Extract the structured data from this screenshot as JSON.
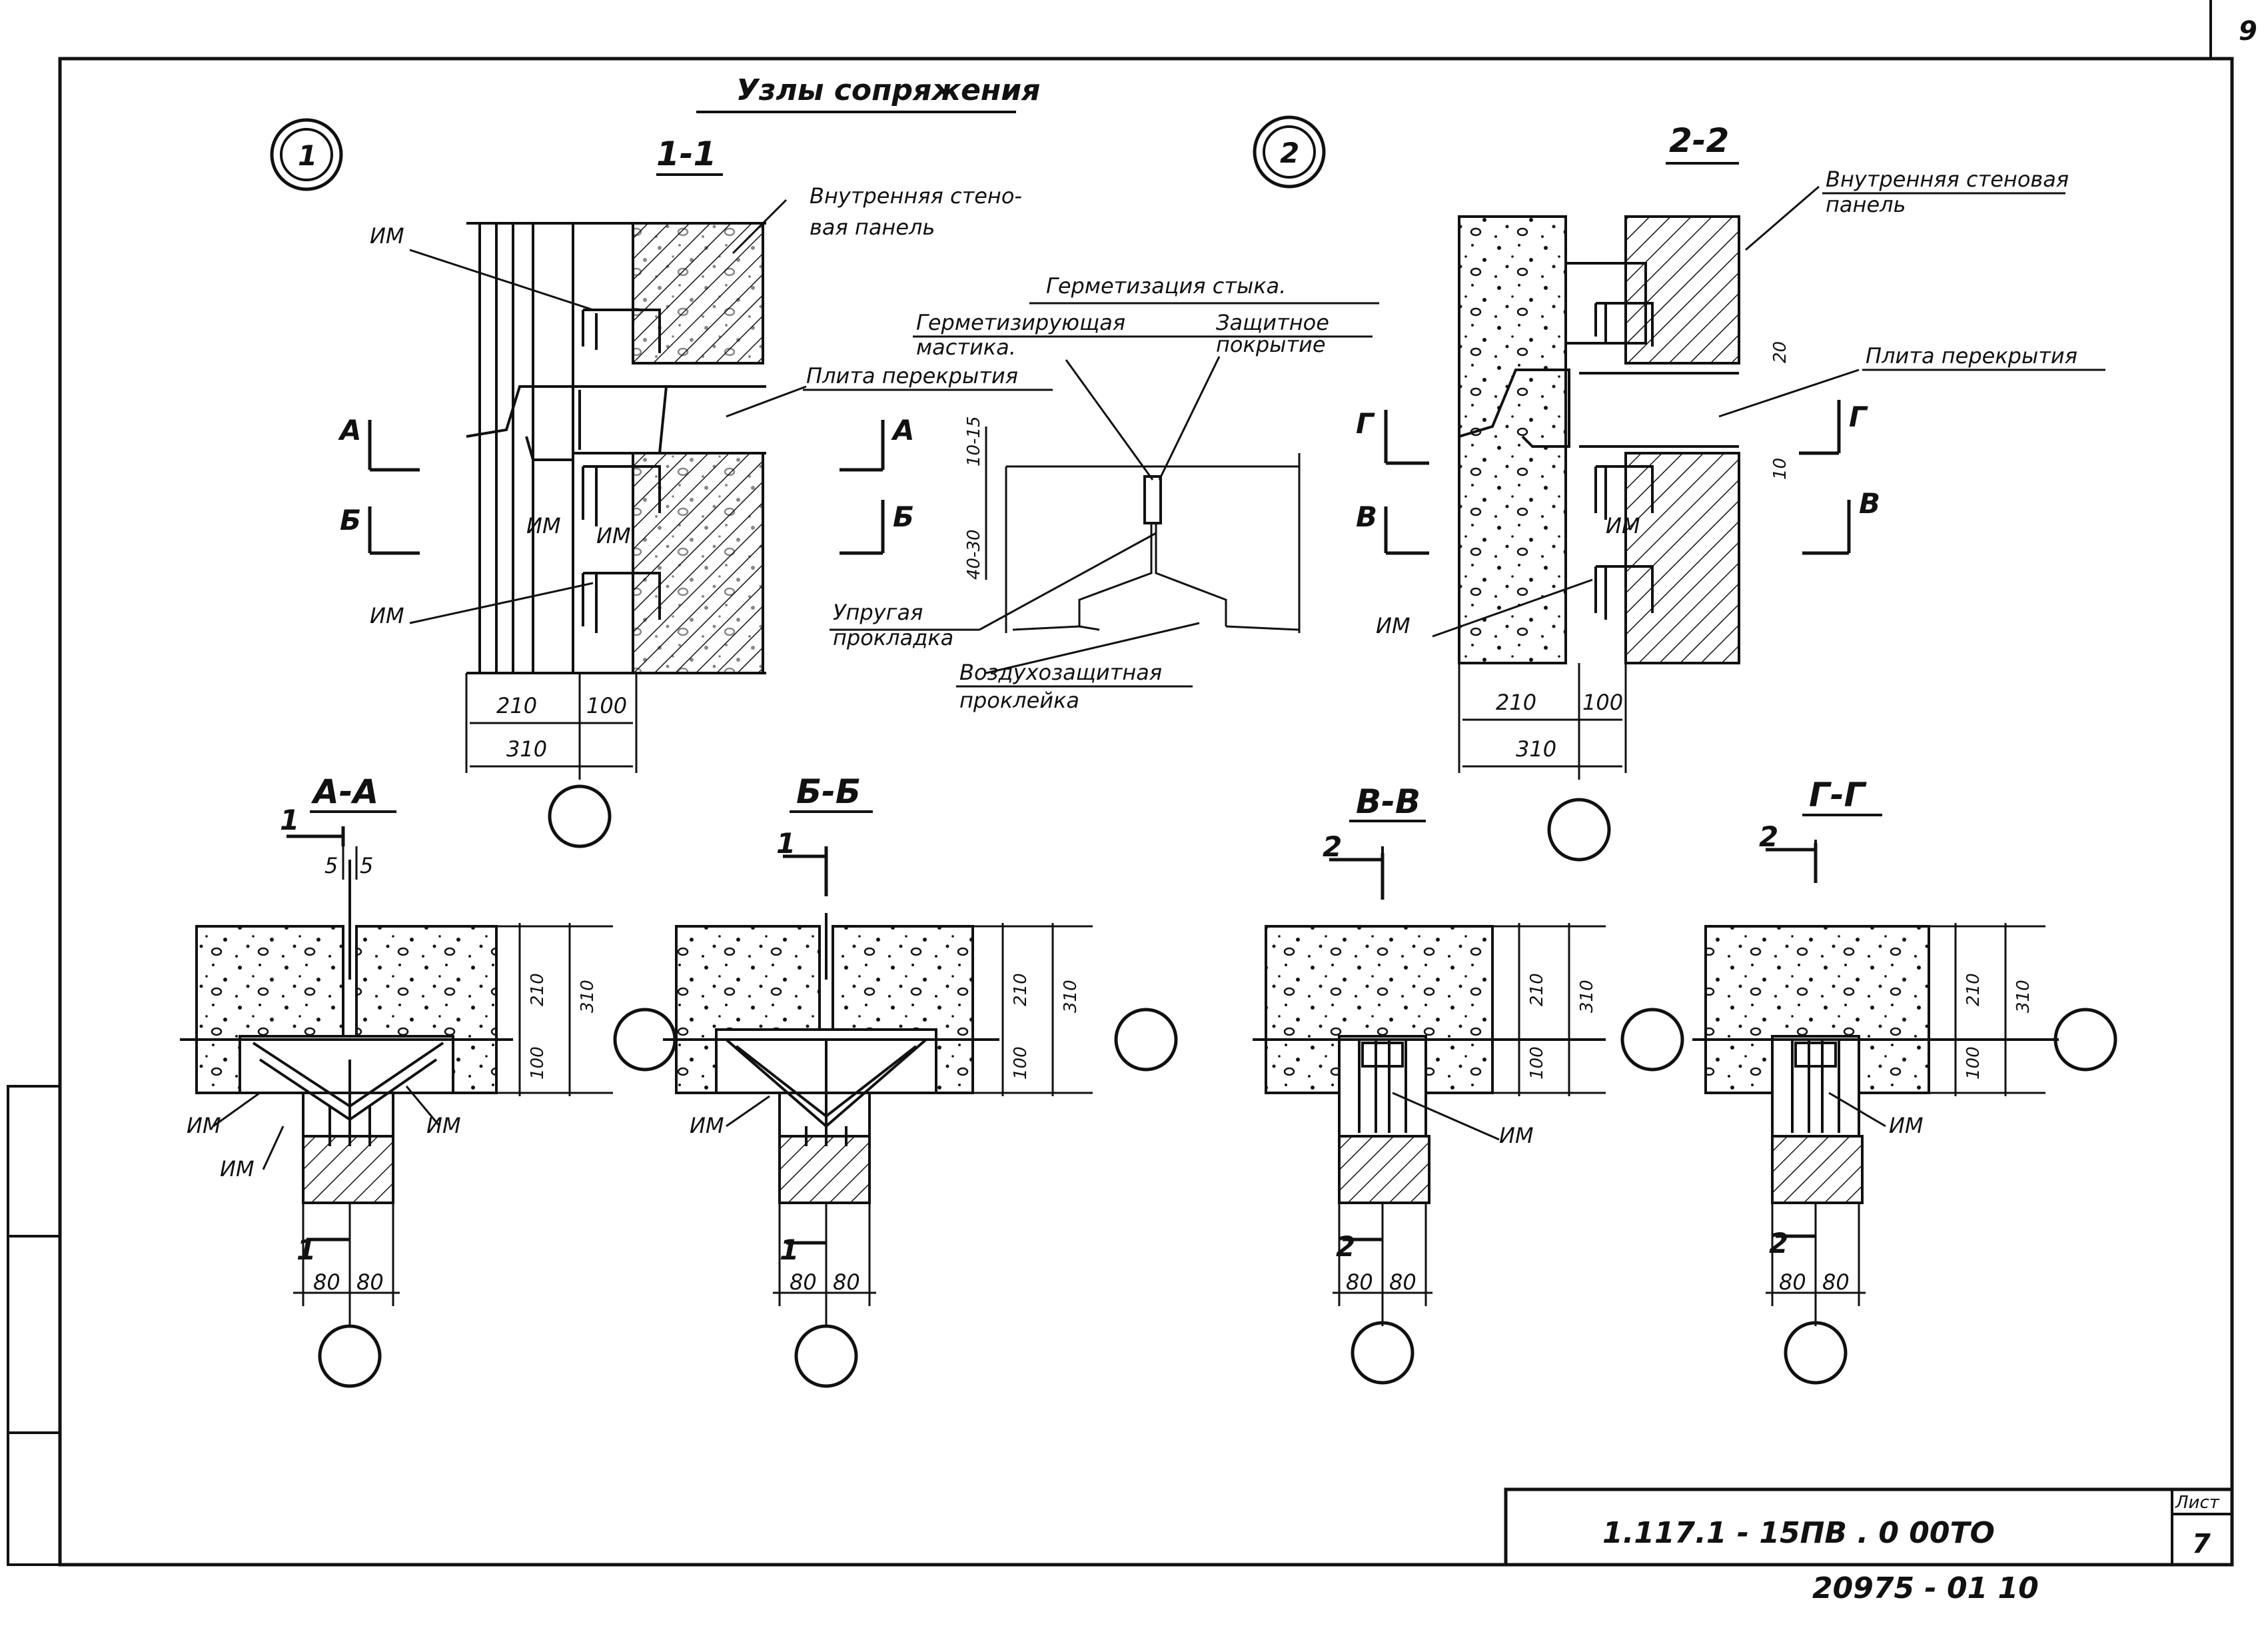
{
  "page_corner_number": "9",
  "title": "Узлы сопряжения",
  "node_markers": [
    "1",
    "2"
  ],
  "section_titles": {
    "s1": "1-1",
    "s2": "2-2",
    "aa": "А-А",
    "bb": "Б-Б",
    "vv": "В-В",
    "gg": "Г-Г"
  },
  "labels": {
    "inner_wall_panel_1": [
      "Внутренняя стено-",
      "вая панель"
    ],
    "inner_wall_panel_2": [
      "Внутренняя стеновая",
      "панель"
    ],
    "floor_slab": "Плита перекрытия",
    "im": "ИМ",
    "sealing_title": "Герметизация стыка.",
    "sealing_mastic": [
      "Герметизирующая",
      "мастика."
    ],
    "protective_coating": [
      "Защитное",
      "покрытие"
    ],
    "elastic_gasket": [
      "Упругая",
      "прокладка"
    ],
    "air_seal_tape": [
      "Воздухозащитная",
      "проклейка"
    ]
  },
  "cut_marks": {
    "a": "А",
    "b": "Б",
    "v": "В",
    "g": "Г",
    "one": "1",
    "two": "2"
  },
  "dimensions": {
    "d210": "210",
    "d100": "100",
    "d310": "310",
    "d80": "80",
    "d5": "5",
    "d20": "20",
    "d10": "10",
    "d10_15": "10-15",
    "d40_30": "40-30"
  },
  "stamp": {
    "designation": "1.117.1 - 15ПВ .  0   00ТО",
    "sheet_label": "Лист",
    "sheet_number": "7",
    "archive_number": "20975 - 01   10"
  }
}
